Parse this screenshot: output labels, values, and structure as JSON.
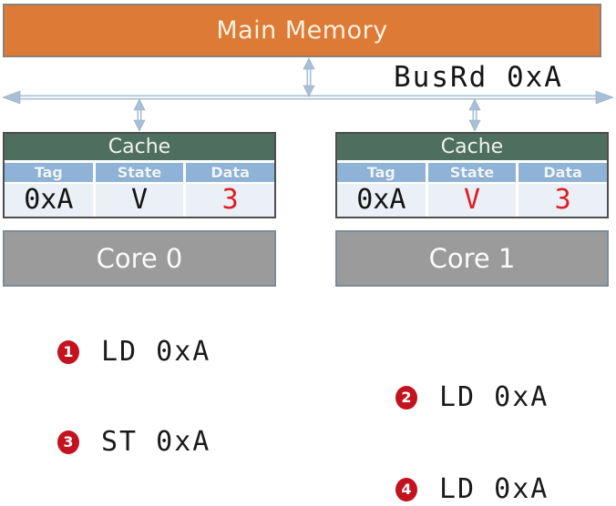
{
  "main_memory": {
    "label": "Main Memory"
  },
  "bus": {
    "label": "BusRd 0xA"
  },
  "caches": [
    {
      "title": "Cache",
      "columns": [
        "Tag",
        "State",
        "Data"
      ],
      "values": {
        "tag": "0xA",
        "state": "V",
        "data": "3"
      },
      "value_colors": {
        "tag": "#141414",
        "state": "#141414",
        "data": "#DC1E24"
      }
    },
    {
      "title": "Cache",
      "columns": [
        "Tag",
        "State",
        "Data"
      ],
      "values": {
        "tag": "0xA",
        "state": "V",
        "data": "3"
      },
      "value_colors": {
        "tag": "#141414",
        "state": "#DC1E24",
        "data": "#DC1E24"
      }
    }
  ],
  "cores": [
    {
      "label": "Core 0"
    },
    {
      "label": "Core 1"
    }
  ],
  "operations": [
    {
      "num": "1",
      "text": "LD 0xA"
    },
    {
      "num": "2",
      "text": "LD 0xA"
    },
    {
      "num": "3",
      "text": "ST 0xA"
    },
    {
      "num": "4",
      "text": "LD 0xA"
    }
  ],
  "colors": {
    "memory_fill": "#DC7A36",
    "cache_header_fill": "#4E6F60",
    "column_header_fill": "#8FB3D7",
    "data_row_fill": "#EBF0F6",
    "core_fill": "#9B9B9B",
    "arrow_blue": "#A9BFD5",
    "highlight_red": "#DC1E24",
    "badge_red": "#C2131E"
  }
}
